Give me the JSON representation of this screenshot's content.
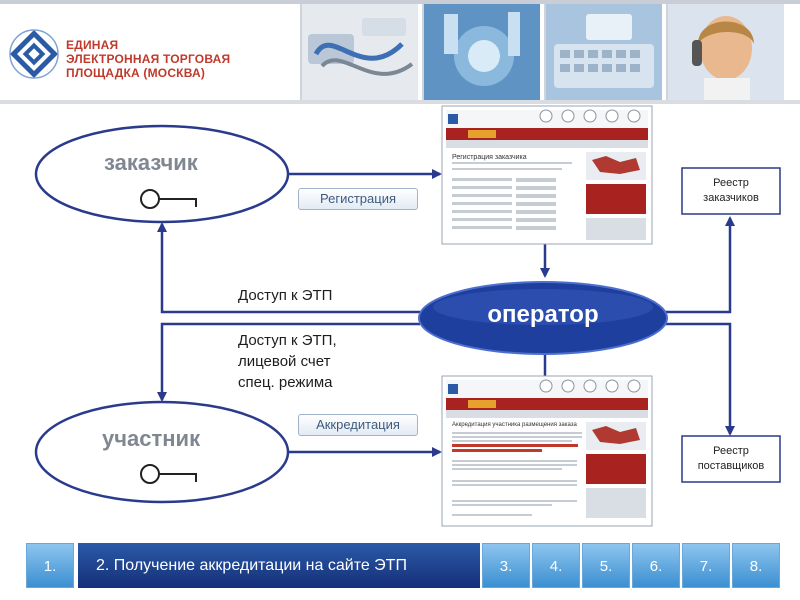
{
  "header": {
    "logo_line1": "ЕДИНАЯ",
    "logo_line2": "ЭЛЕКТРОННАЯ ТОРГОВАЯ",
    "logo_line3": "ПЛОЩАДКА (МОСКВА)",
    "logo_icon": "etp-logo-icon"
  },
  "diagram": {
    "customer": "заказчик",
    "participant": "участник",
    "operator": "оператор",
    "registration": "Регистрация",
    "accreditation": "Аккредитация",
    "access_etp": "Доступ к ЭТП",
    "access_etp_full_line1": "Доступ к ЭТП,",
    "access_etp_full_line2": "лицевой счет",
    "access_etp_full_line3": "спец. режима",
    "registry_customers_line1": "Реестр",
    "registry_customers_line2": "заказчиков",
    "registry_suppliers_line1": "Реестр",
    "registry_suppliers_line2": "поставщиков",
    "screen_top_heading": "Регистрация заказчика",
    "screen_bottom_heading": "Аккредитация участника размещения заказа",
    "key_icon": "key-icon"
  },
  "nav": {
    "item1": "1.",
    "item2": "2. Получение аккредитации на сайте ЭТП",
    "item3": "3.",
    "item4": "4.",
    "item5": "5.",
    "item6": "6.",
    "item7": "7.",
    "item8": "8."
  },
  "colors": {
    "arrow": "#2a3a8c",
    "operator_fill": "#1f3f9e",
    "nav_active": "#1f3f8f",
    "nav_inactive": "#5aa6e0",
    "logo_red": "#c0392b"
  }
}
